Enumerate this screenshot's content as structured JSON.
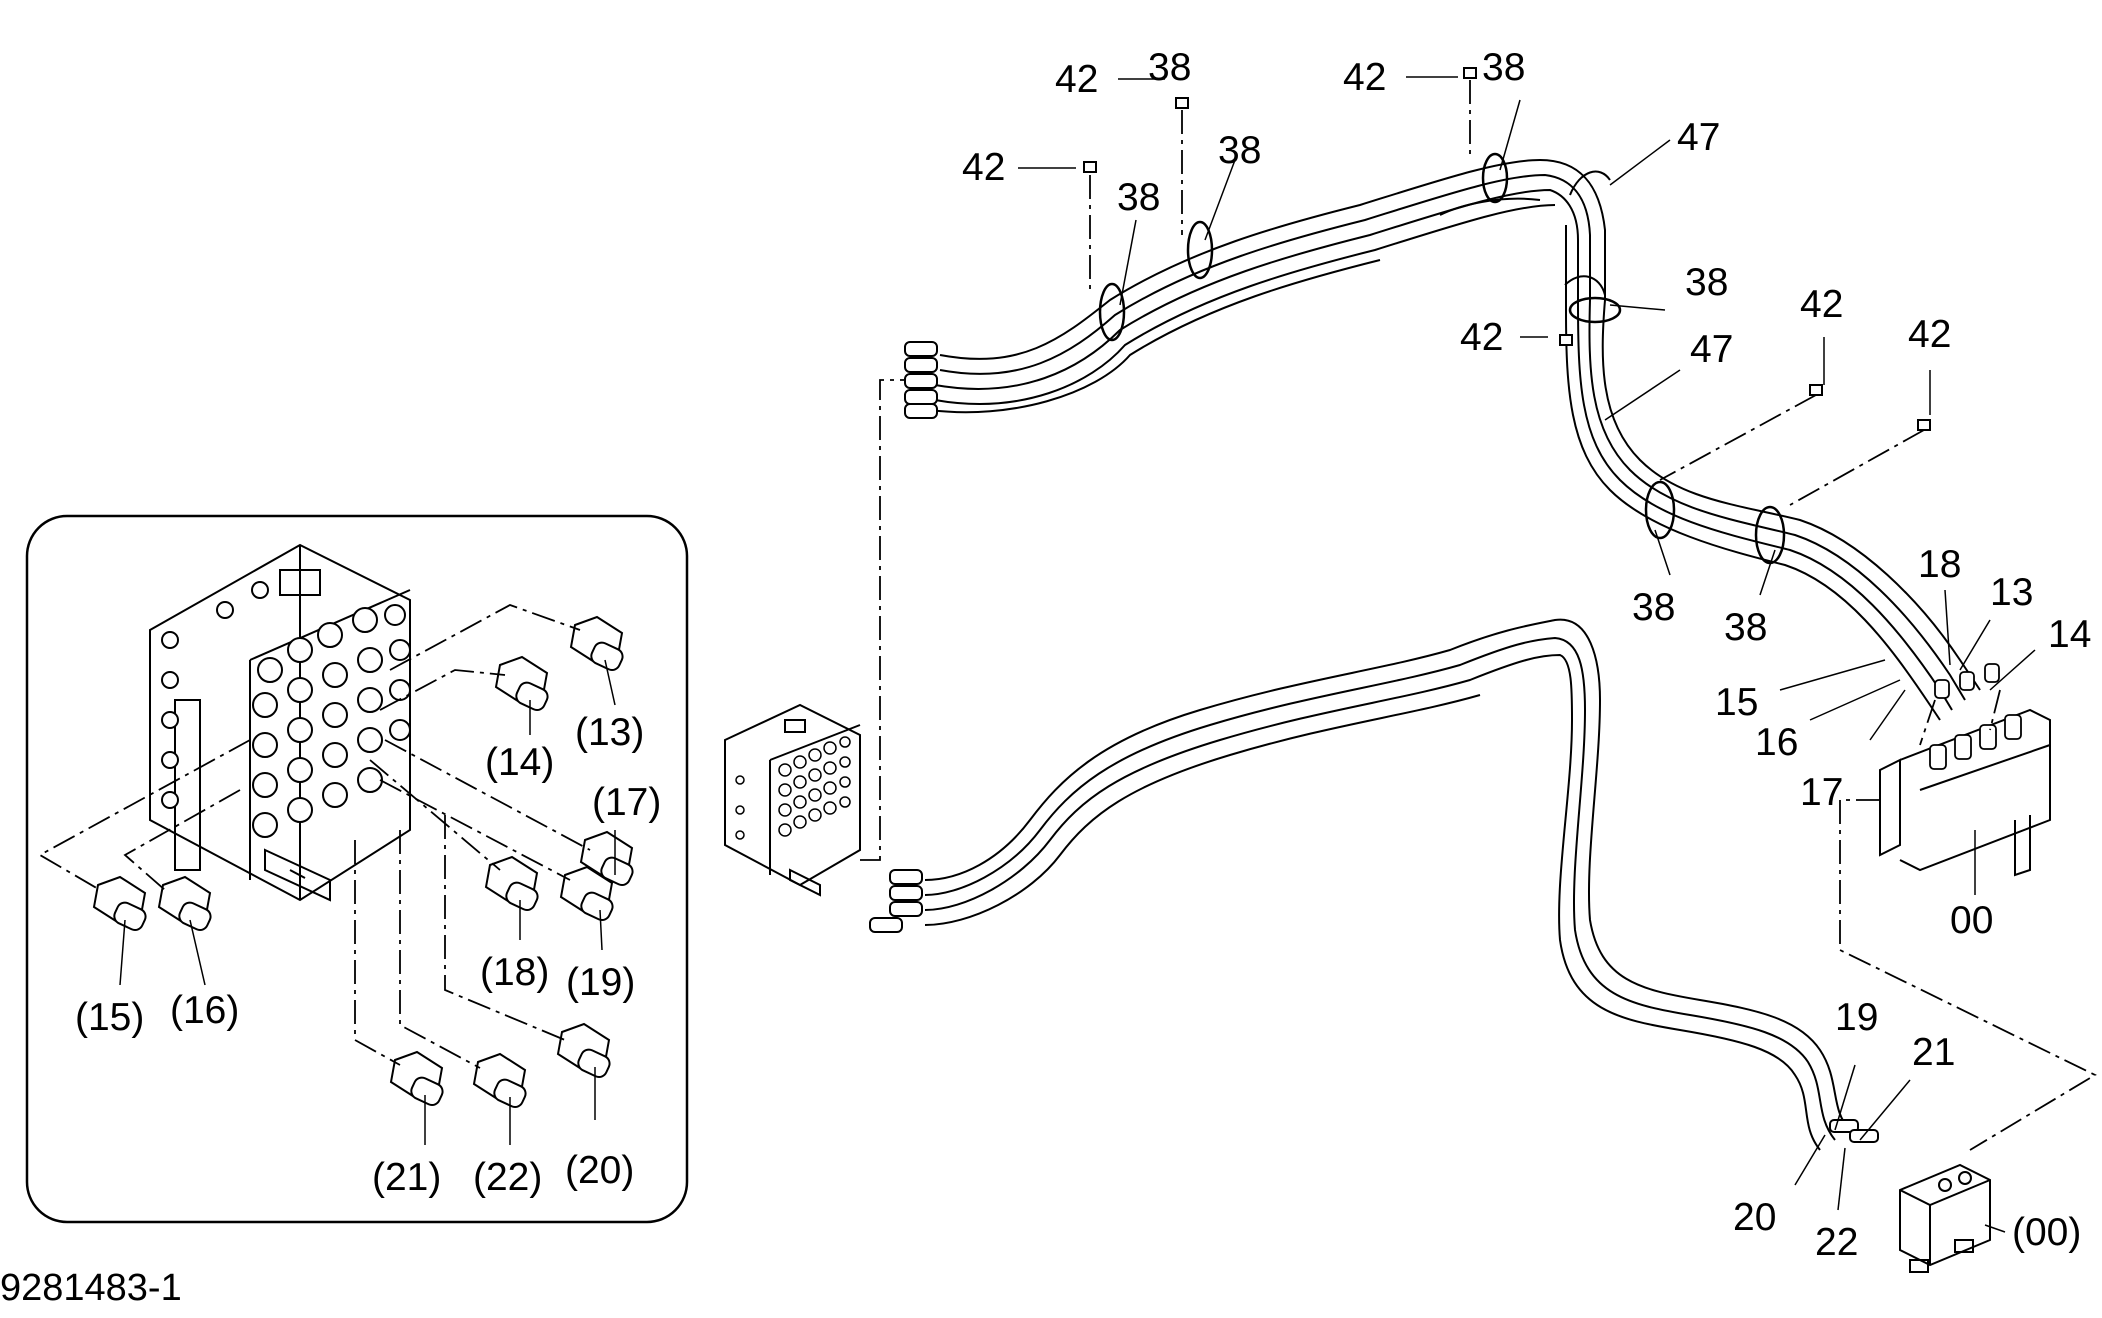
{
  "drawing_number": "9281483-1",
  "callouts": {
    "c42a": "42",
    "c42b": "42",
    "c42c": "42",
    "c42d": "42",
    "c42e": "42",
    "c42f": "42",
    "c38a": "38",
    "c38b": "38",
    "c38c": "38",
    "c38d": "38",
    "c38e": "38",
    "c38f": "38",
    "c47a": "47",
    "c47b": "47",
    "c18": "18",
    "c13": "13",
    "c14": "14",
    "c15": "15",
    "c16": "16",
    "c17": "17",
    "c00": "00",
    "c19": "19",
    "c21": "21",
    "c20": "20",
    "c22": "22",
    "c00p": "(00)"
  },
  "detail_callouts": {
    "d13": "(13)",
    "d14": "(14)",
    "d17": "(17)",
    "d18": "(18)",
    "d19": "(19)",
    "d15": "(15)",
    "d16": "(16)",
    "d21": "(21)",
    "d22": "(22)",
    "d20": "(20)"
  }
}
